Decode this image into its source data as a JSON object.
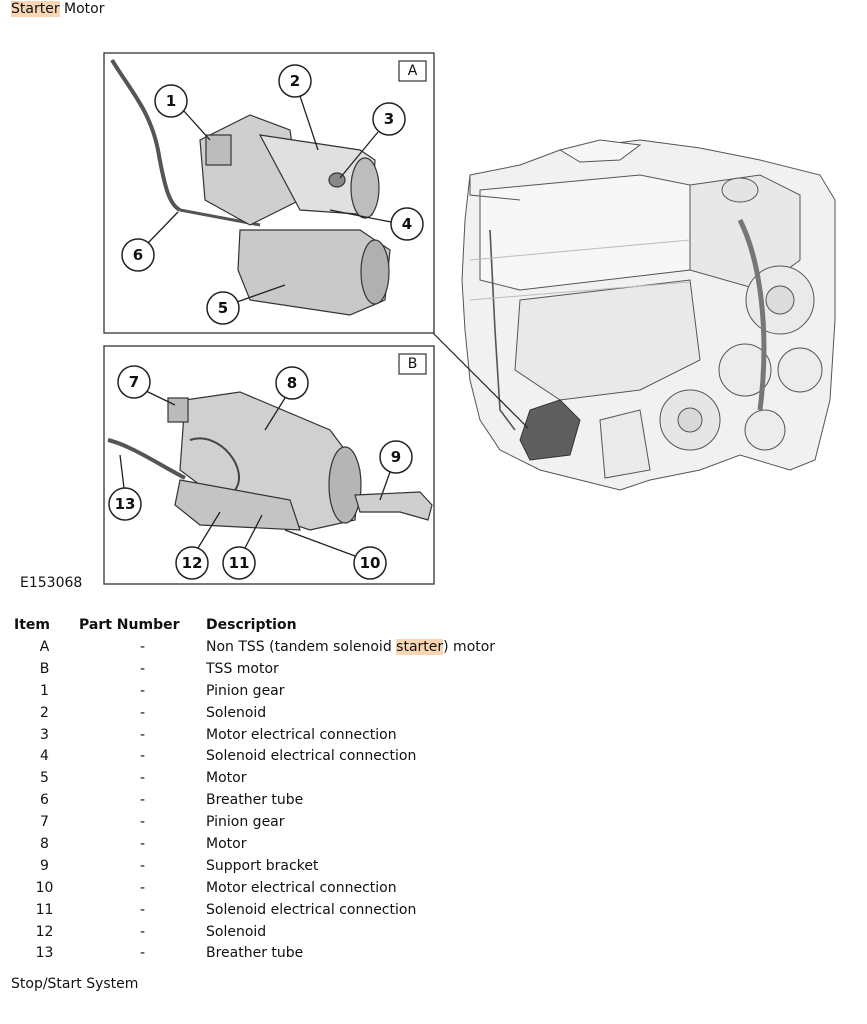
{
  "title": {
    "highlight": "Starter",
    "rest": " Motor"
  },
  "figure": {
    "panel_a_label": "A",
    "panel_b_label": "B",
    "callouts": [
      "1",
      "2",
      "3",
      "4",
      "5",
      "6",
      "7",
      "8",
      "9",
      "10",
      "11",
      "12",
      "13"
    ],
    "figure_id": "E153068"
  },
  "table": {
    "headers": {
      "item": "Item",
      "part_number": "Part Number",
      "description": "Description"
    },
    "rows": [
      {
        "item": "A",
        "part": "-",
        "desc_pre": "Non TSS (tandem solenoid ",
        "desc_hl": "starter",
        "desc_post": ") motor"
      },
      {
        "item": "B",
        "part": "-",
        "desc_pre": "TSS motor",
        "desc_hl": "",
        "desc_post": ""
      },
      {
        "item": "1",
        "part": "-",
        "desc_pre": "Pinion gear",
        "desc_hl": "",
        "desc_post": ""
      },
      {
        "item": "2",
        "part": "-",
        "desc_pre": "Solenoid",
        "desc_hl": "",
        "desc_post": ""
      },
      {
        "item": "3",
        "part": "-",
        "desc_pre": "Motor electrical connection",
        "desc_hl": "",
        "desc_post": ""
      },
      {
        "item": "4",
        "part": "-",
        "desc_pre": "Solenoid electrical connection",
        "desc_hl": "",
        "desc_post": ""
      },
      {
        "item": "5",
        "part": "-",
        "desc_pre": "Motor",
        "desc_hl": "",
        "desc_post": ""
      },
      {
        "item": "6",
        "part": "-",
        "desc_pre": "Breather tube",
        "desc_hl": "",
        "desc_post": ""
      },
      {
        "item": "7",
        "part": "-",
        "desc_pre": "Pinion gear",
        "desc_hl": "",
        "desc_post": ""
      },
      {
        "item": "8",
        "part": "-",
        "desc_pre": "Motor",
        "desc_hl": "",
        "desc_post": ""
      },
      {
        "item": "9",
        "part": "-",
        "desc_pre": "Support bracket",
        "desc_hl": "",
        "desc_post": ""
      },
      {
        "item": "10",
        "part": "-",
        "desc_pre": "Motor electrical connection",
        "desc_hl": "",
        "desc_post": ""
      },
      {
        "item": "11",
        "part": "-",
        "desc_pre": "Solenoid electrical connection",
        "desc_hl": "",
        "desc_post": ""
      },
      {
        "item": "12",
        "part": "-",
        "desc_pre": "Solenoid",
        "desc_hl": "",
        "desc_post": ""
      },
      {
        "item": "13",
        "part": "-",
        "desc_pre": "Breather tube",
        "desc_hl": "",
        "desc_post": ""
      }
    ]
  },
  "footer": {
    "link_text": "Stop/Start System"
  }
}
